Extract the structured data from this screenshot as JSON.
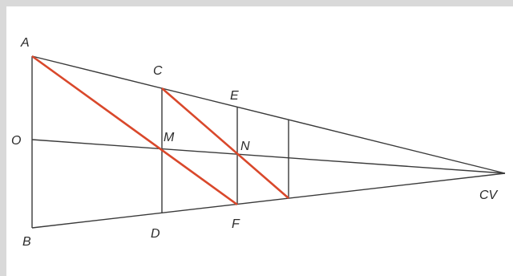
{
  "diagram": {
    "points": {
      "A": "A",
      "B": "B",
      "C": "C",
      "D": "D",
      "E": "E",
      "F": "F",
      "O": "O",
      "M": "M",
      "N": "N",
      "CV": "CV"
    },
    "colors": {
      "background": "#d9d9d9",
      "canvas": "#ffffff",
      "lines": "#3a3a3a",
      "diagonals": "#d9482b"
    }
  }
}
